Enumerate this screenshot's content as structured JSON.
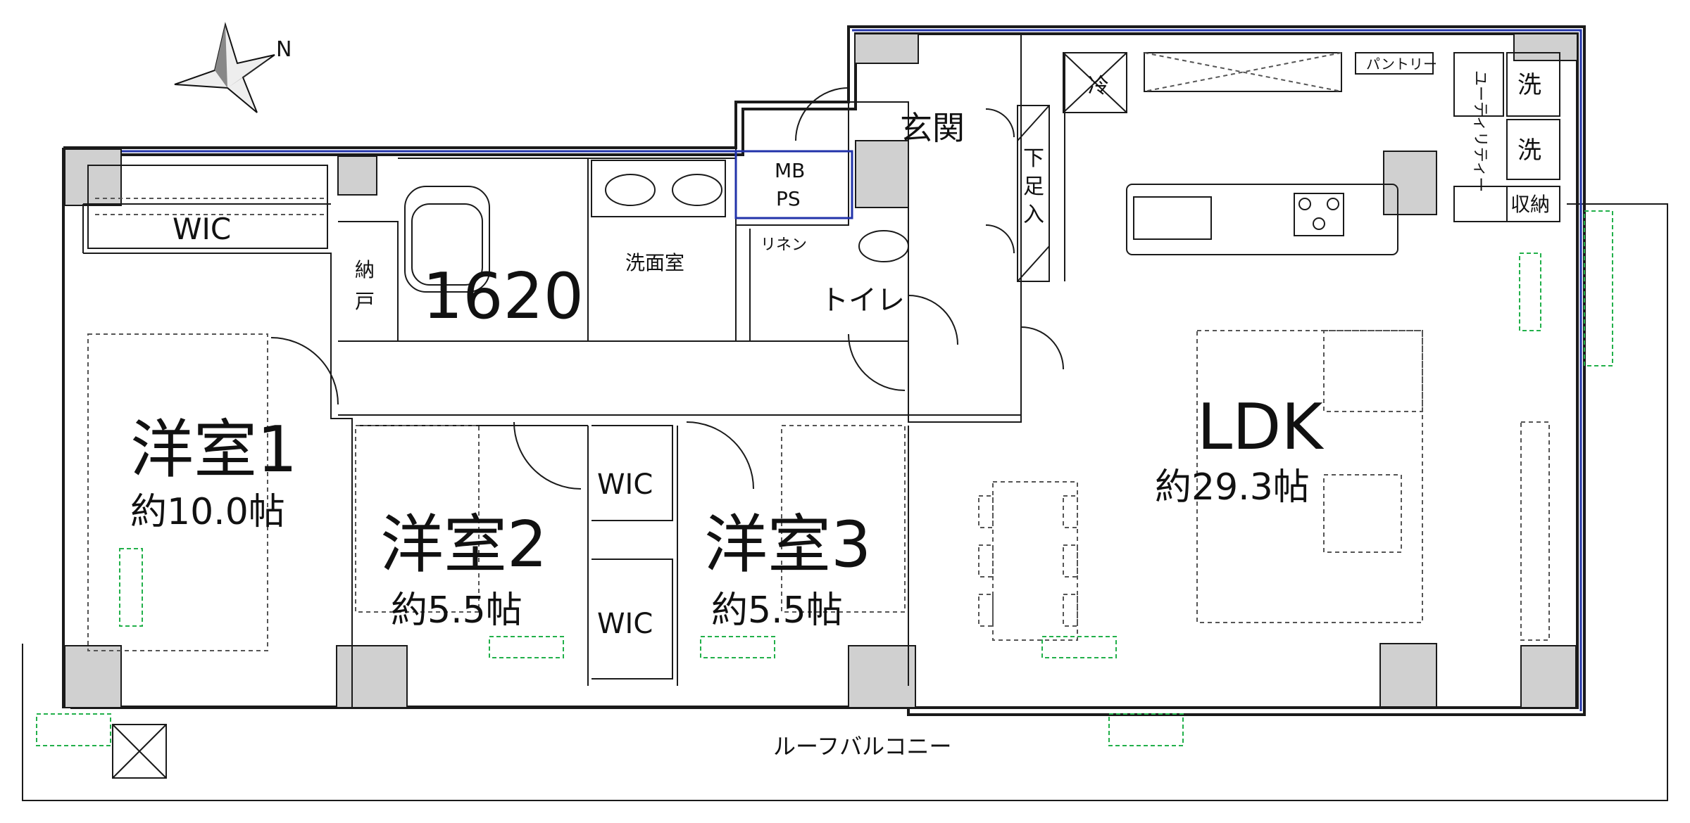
{
  "rooms": {
    "bedroom1": {
      "name": "洋室1",
      "size": "約10.0帖"
    },
    "bedroom2": {
      "name": "洋室2",
      "size": "約5.5帖"
    },
    "bedroom3": {
      "name": "洋室3",
      "size": "約5.5帖"
    },
    "ldk": {
      "name": "LDK",
      "size": "約29.3帖"
    },
    "wic_top": "WIC",
    "wic_mid": "WIC",
    "wic_low": "WIC",
    "storage_nando": "納戸",
    "bath": "1620",
    "washroom": "洗面室",
    "linen": "リネン",
    "toilet": "トイレ",
    "mbps_line1": "MB",
    "mbps_line2": "PS",
    "entrance": "玄関",
    "shoe_box": "下足入",
    "fridge": "冷",
    "pantry": "パントリー",
    "utility": "ユーティリティー",
    "washer1": "洗",
    "washer2": "洗",
    "storage_ldk": "収納",
    "balcony": "ルーフバルコニー"
  },
  "compass": {
    "north_label": "N"
  },
  "colors": {
    "wall": "#1a1a1a",
    "column": "#d0d0d0",
    "window_line": "#2233aa",
    "outdoor_unit": "#22b04a"
  }
}
